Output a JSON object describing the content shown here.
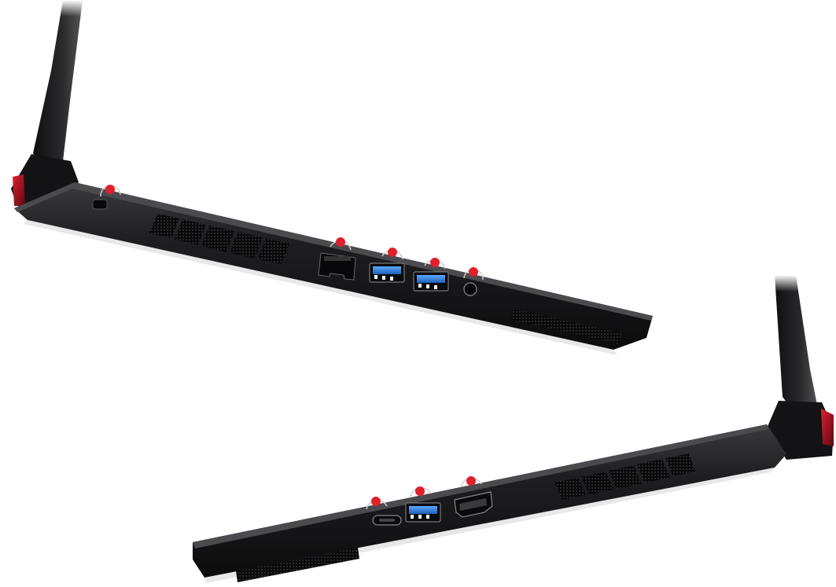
{
  "image": {
    "subject": "laptop-side-ports",
    "body_color": "#1e1e20",
    "accent_color": "#b01020",
    "marker_color": "#e0202c",
    "usb_color": "#2a7fe0"
  },
  "views": [
    {
      "name": "left-side",
      "ports": [
        "kensington-lock",
        "ethernet-port",
        "usb-a-port",
        "usb-a-port",
        "audio-jack"
      ]
    },
    {
      "name": "right-side",
      "ports": [
        "usb-c-port",
        "usb-a-port",
        "hdmi-port"
      ]
    }
  ]
}
